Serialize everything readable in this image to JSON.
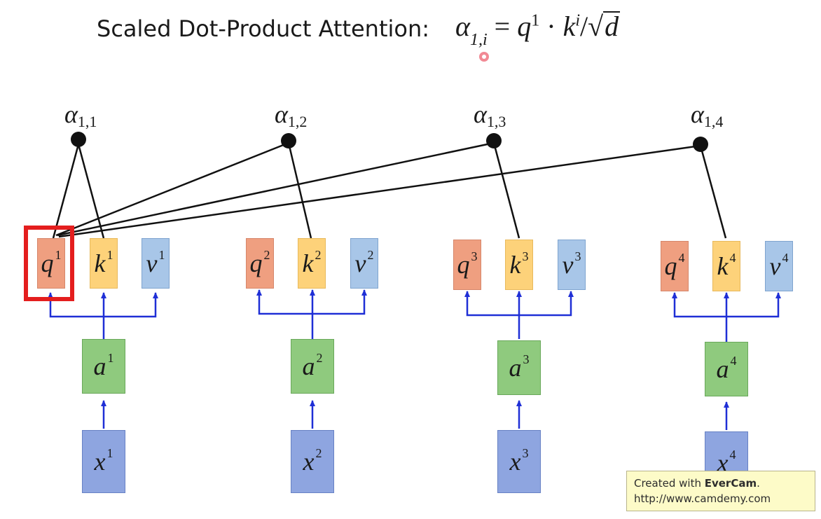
{
  "title": {
    "label": "Scaled Dot-Product Attention:",
    "formula": {
      "lhs": "α",
      "lhs_sub": "1,i",
      "eq": "=",
      "q": "q",
      "q_sup": "1",
      "dot": "·",
      "k": "k",
      "k_sup": "i",
      "slash": "/",
      "sqrt_arg": "d"
    }
  },
  "columns": [
    {
      "alpha": "α",
      "alpha_sub": "1,1",
      "q": "q",
      "k": "k",
      "v": "v",
      "a": "a",
      "x": "x",
      "sup": "1"
    },
    {
      "alpha": "α",
      "alpha_sub": "1,2",
      "q": "q",
      "k": "k",
      "v": "v",
      "a": "a",
      "x": "x",
      "sup": "2"
    },
    {
      "alpha": "α",
      "alpha_sub": "1,3",
      "q": "q",
      "k": "k",
      "v": "v",
      "a": "a",
      "x": "x",
      "sup": "3"
    },
    {
      "alpha": "α",
      "alpha_sub": "1,4",
      "q": "q",
      "k": "k",
      "v": "v",
      "a": "a",
      "x": "x",
      "sup": "4"
    }
  ],
  "watermark": {
    "line1_prefix": "Created with ",
    "line1_brand": "EverCam",
    "line1_suffix": ".",
    "line2": "http://www.camdemy.com"
  },
  "colors": {
    "q_box": "#ef9f80",
    "k_box": "#fdd27a",
    "v_box": "#a8c6e8",
    "a_box": "#8fca7e",
    "x_box": "#8ea5e0",
    "blue_arrows": "#1f2fd6",
    "highlight": "#e41e1e"
  }
}
